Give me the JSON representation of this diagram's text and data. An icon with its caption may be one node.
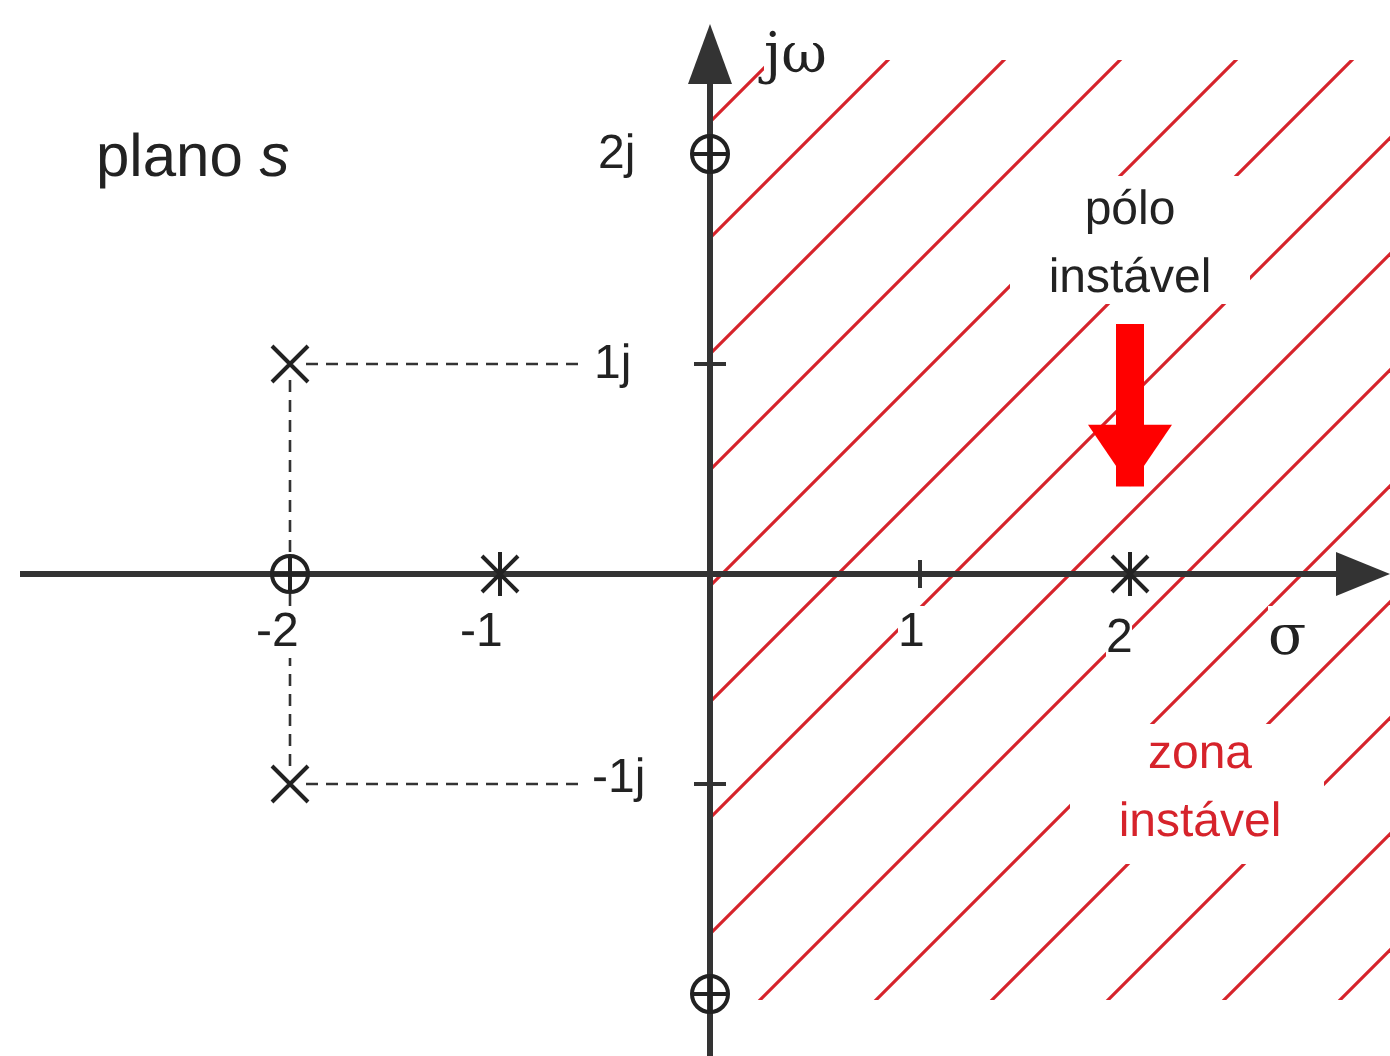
{
  "diagram": {
    "title": "plano *s*",
    "nodes": [
      {
        "text": [
          "pólo instável"
        ]
      },
      {
        "text": [],
        "shape": "cross"
      }
    ],
    "edges": [
      {
        "from": 0,
        "to": 1,
        "arrow": "to",
        "color": "#ff0000"
      }
    ],
    "labels": [
      "jω",
      "2j",
      "1j",
      "-2",
      "-1",
      "1",
      "2",
      "σ",
      "-1j",
      "zona instável"
    ]
  }
}
